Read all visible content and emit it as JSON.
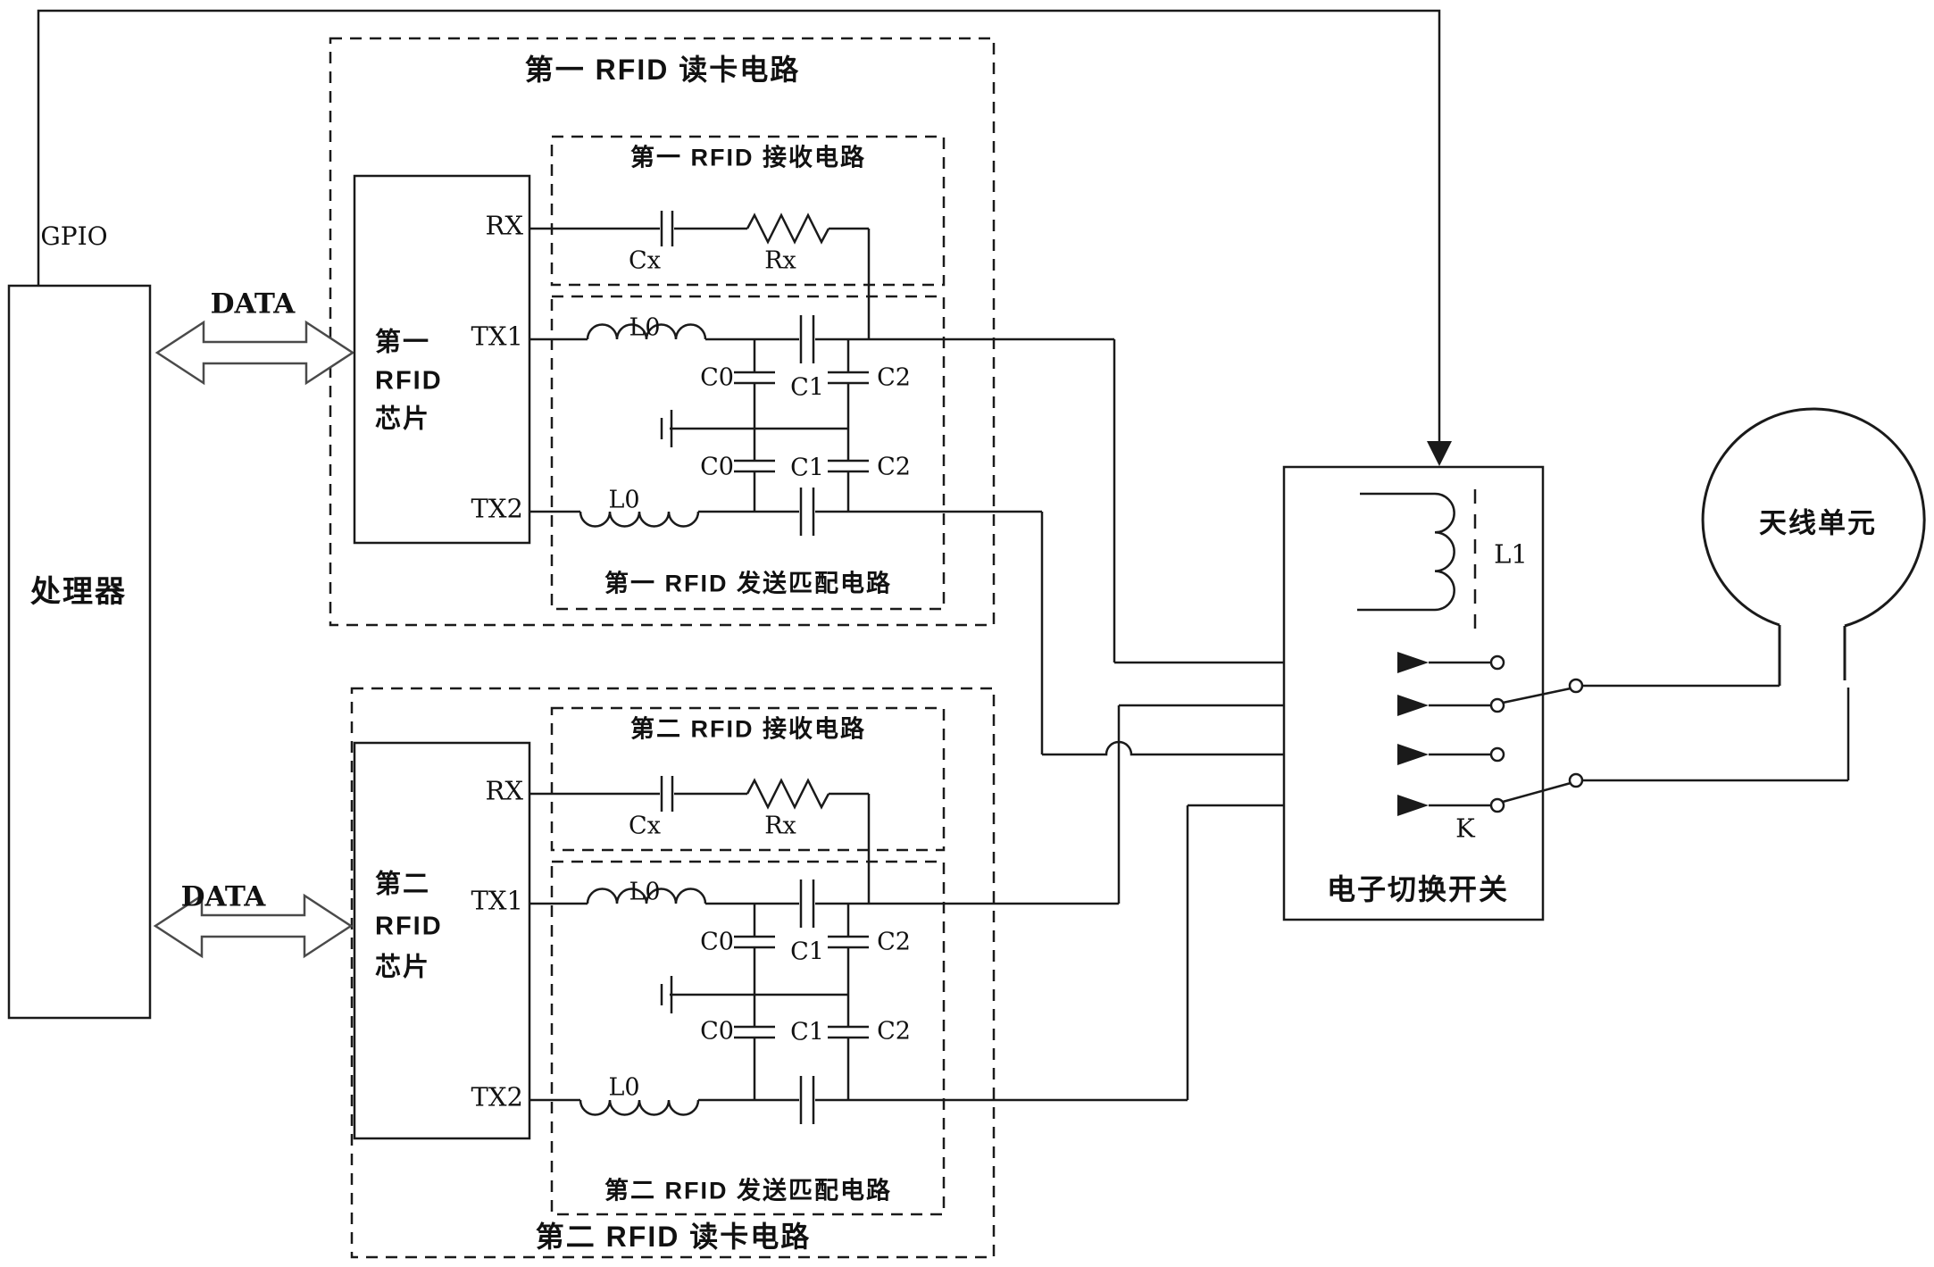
{
  "diagram": {
    "colors": {
      "background": "#ffffff",
      "line": "#1a1a1a",
      "bus_outline": "#4a4a4a"
    },
    "processor": {
      "label": "处理器",
      "port": "GPIO"
    },
    "bus": {
      "label": "DATA"
    },
    "reader1": {
      "title": "第一 RFID 读卡电路",
      "receive_title": "第一 RFID 接收电路",
      "matching_title": "第一 RFID 发送匹配电路",
      "chip": {
        "line1": "第一",
        "line2": "RFID",
        "line3": "芯片"
      },
      "pins": {
        "rx": "RX",
        "tx1": "TX1",
        "tx2": "TX2"
      },
      "components": {
        "cx": "Cx",
        "rx": "Rx",
        "l0": "L0",
        "c0": "C0",
        "c1": "C1",
        "c2": "C2"
      }
    },
    "reader2": {
      "title": "第二 RFID 读卡电路",
      "receive_title": "第二 RFID 接收电路",
      "matching_title": "第二 RFID 发送匹配电路",
      "chip": {
        "line1": "第二",
        "line2": "RFID",
        "line3": "芯片"
      },
      "pins": {
        "rx": "RX",
        "tx1": "TX1",
        "tx2": "TX2"
      },
      "components": {
        "cx": "Cx",
        "rx": "Rx",
        "l0": "L0",
        "c0": "C0",
        "c1": "C1",
        "c2": "C2"
      }
    },
    "switch": {
      "title": "电子切换开关",
      "coil": "L1",
      "contact": "K"
    },
    "antenna": {
      "label": "天线单元"
    }
  }
}
